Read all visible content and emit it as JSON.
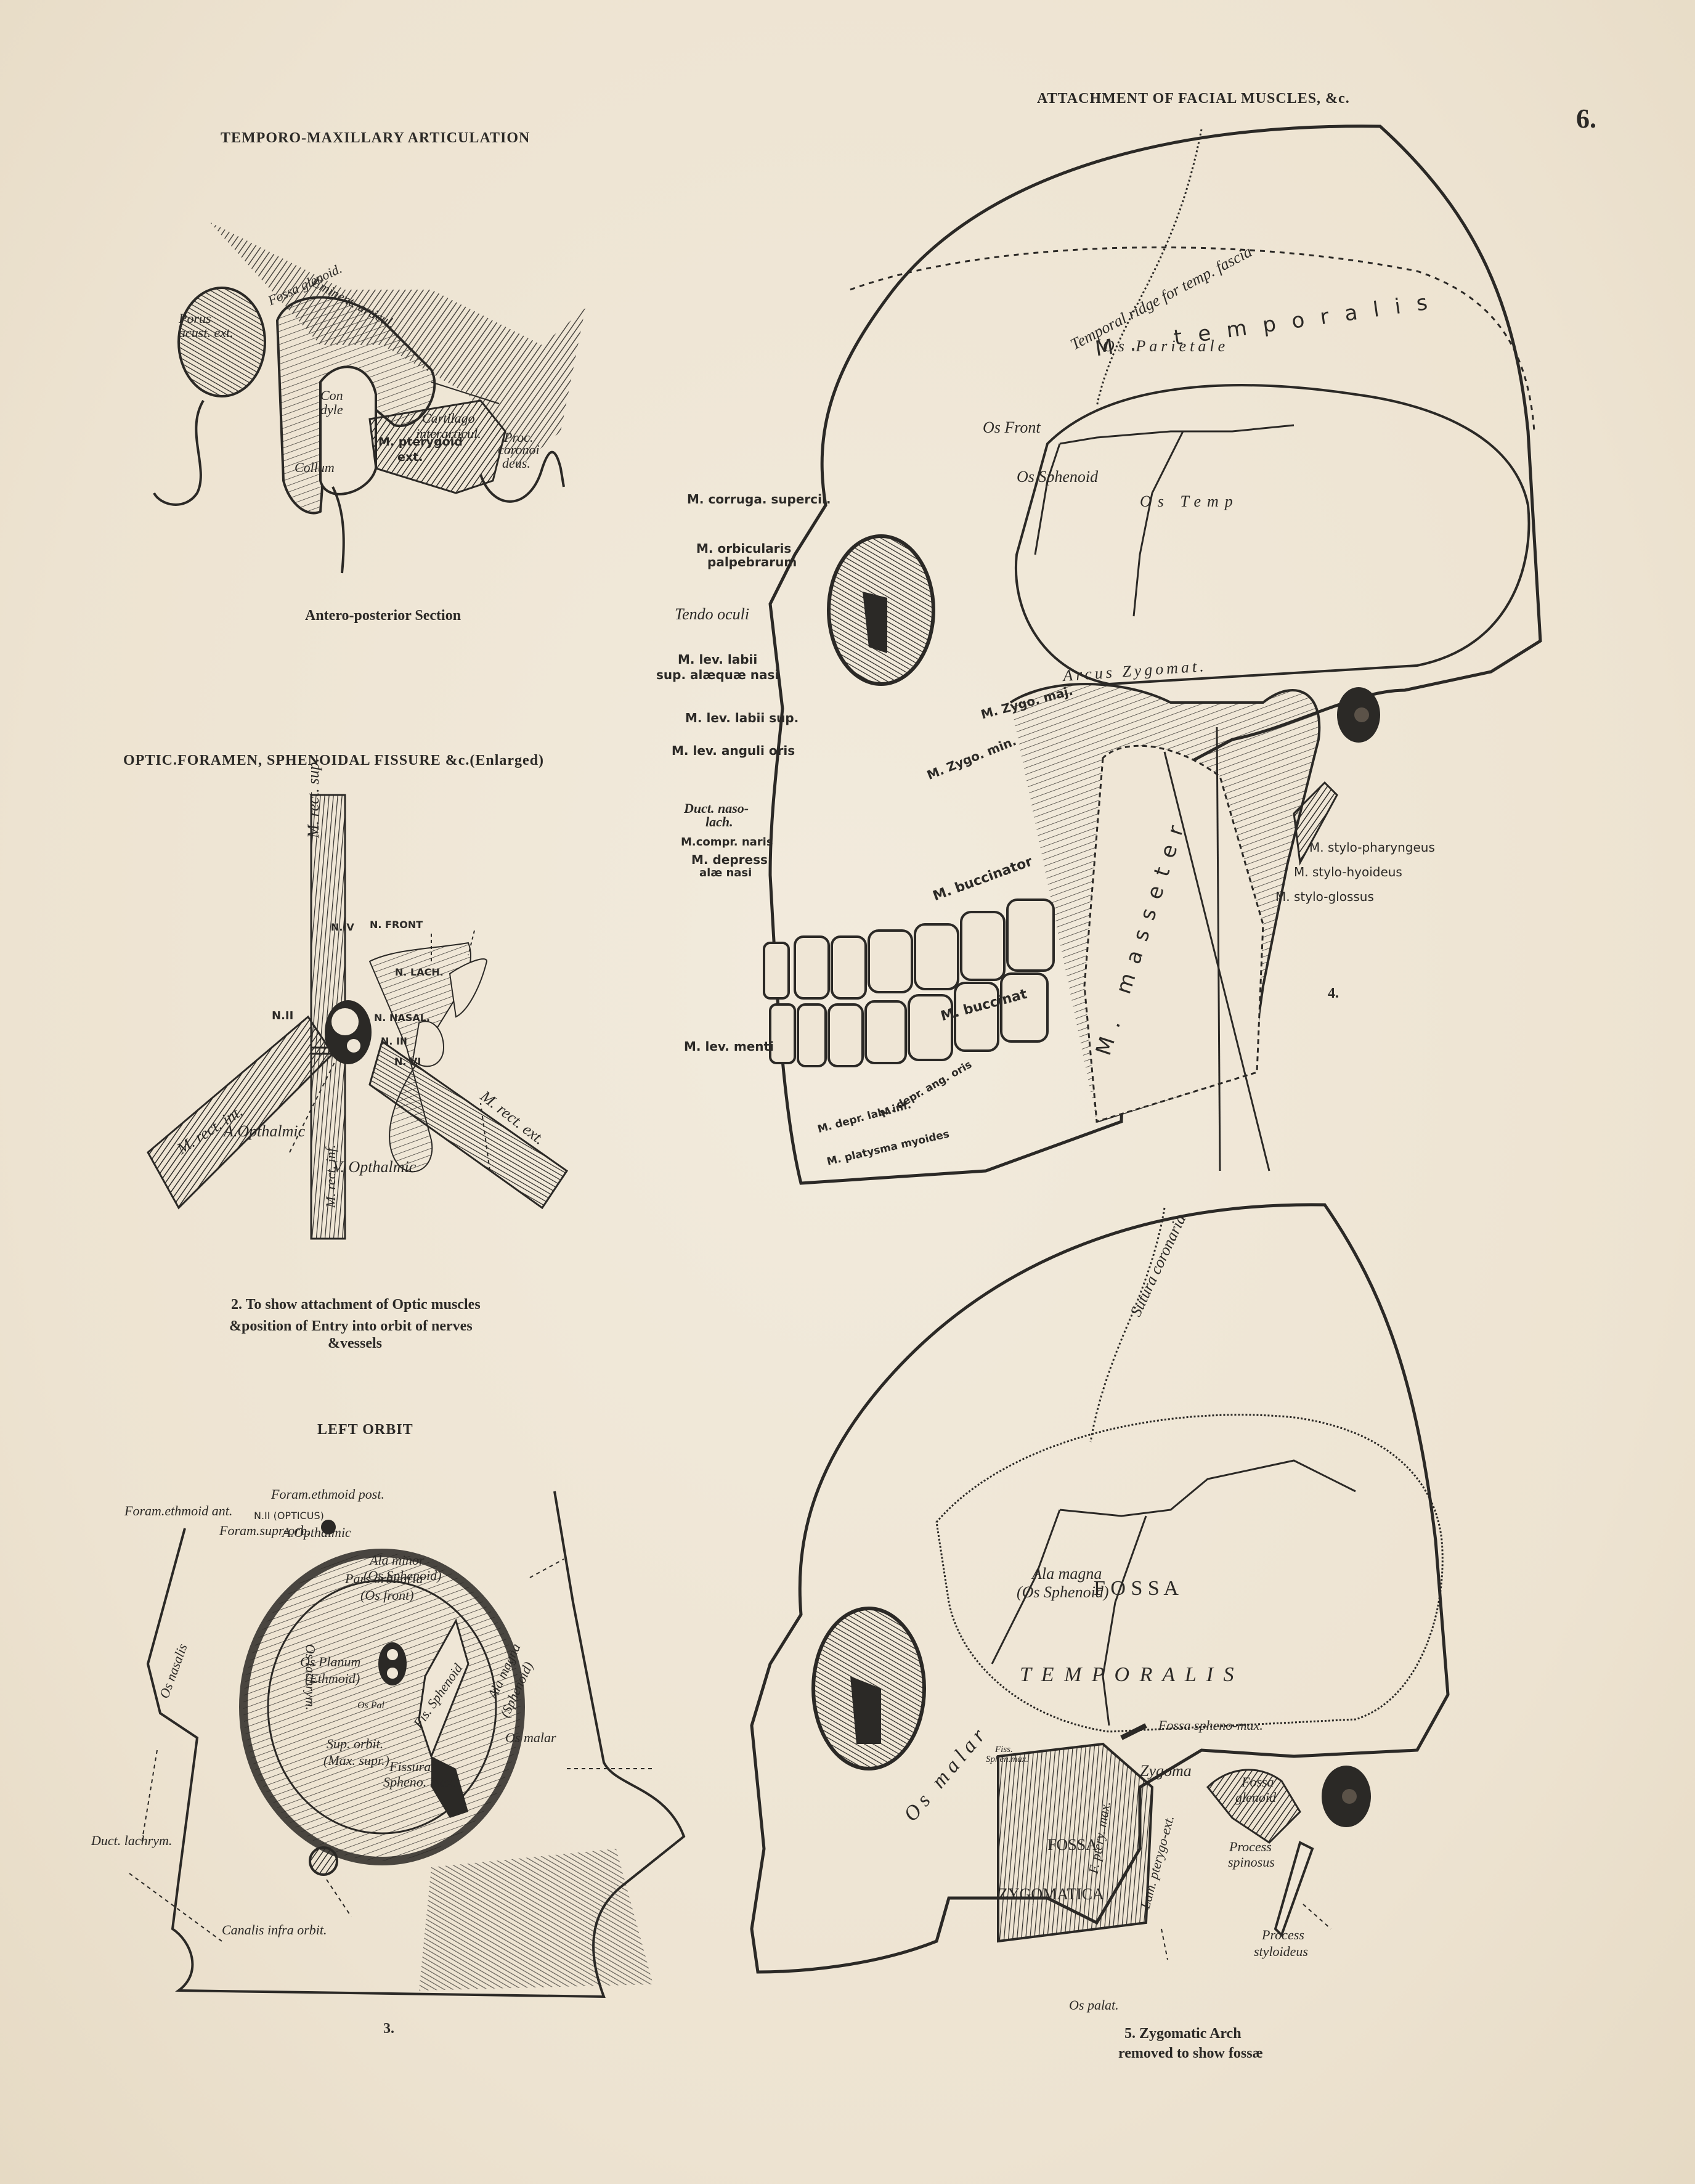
{
  "page": {
    "plate_number": "6.",
    "running_header": "ATTACHMENT OF FACIAL MUSCLES, &c.",
    "paper_color": "#efe6d6",
    "ink_color": "#2b2926"
  },
  "figure1": {
    "title": "TEMPORO-MAXILLARY ARTICULATION",
    "caption": "Antero-posterior Section",
    "labels": {
      "porus": "Porus acust. ext.",
      "fossa_glenoid": "Fossa glenoid.",
      "eminent": "Eminent. articul.",
      "condyle": "Con dyle",
      "cartilago_1": "Cartilago",
      "cartilago_2": "interarticul.",
      "pterygoid_1": "M. pterygoid",
      "pterygoid_2": "ext.",
      "proc_1": "Proc.",
      "proc_2": "coronoi",
      "proc_3": "deus.",
      "collum": "Collum"
    }
  },
  "figure2": {
    "title": "OPTIC.FORAMEN, SPHENOIDAL FISSURE &c.(Enlarged)",
    "caption_1": "2. To show attachment of Optic muscles",
    "caption_2": "&position of Entry into orbit of nerves",
    "caption_3": "&vessels",
    "labels": {
      "rect_sup": "M. rect. sup.",
      "rect_int": "M. rect. int.",
      "rect_inf": "M. rect. inf.",
      "rect_ext": "M. rect. ext.",
      "n_ii": "N.II",
      "n_iv": "N.IV",
      "n_front": "N. FRONT",
      "n_lach": "N. LACH.",
      "n_nasal": "N. NASAL.",
      "n_iii": "N. III",
      "n_vi": "N. VI",
      "a_opthalmic": "A.Opthalmic",
      "v_opthalmic": "V. Opthalmic"
    }
  },
  "figure3": {
    "title": "LEFT ORBIT",
    "number": "3.",
    "labels": {
      "foram_ethmoid_post": "Foram.ethmoid post.",
      "foram_ethmoid_ant": "Foram.ethmoid ant.",
      "n_ii_opticus": "N.II (OPTICUS)",
      "foram_supr_orb": "Foram.supr-orb.",
      "a_opthalmic": "A.Opthalmic",
      "ala_minor_1": "Ala minor",
      "ala_minor_2": "(Os Sphenoid)",
      "pars_orbitaria_1": "Pars orbitaria",
      "pars_orbitaria_2": "(Os front)",
      "os_nasalis": "Os nasalis",
      "os_lachrym": "Os lachrym.",
      "os_planum_1": "Os Planum",
      "os_planum_2": "(Ethmoid)",
      "os_pal": "Os Pal",
      "fis_sphenoid": "Fis. Sphenoid",
      "ala_magna_1": "Ala magna",
      "ala_magna_2": "(Sphenoid)",
      "sup_orbit_1": "Sup. orbit.",
      "sup_orbit_2": "(Max. supr.)",
      "os_malar": "Os malar",
      "fissura_1": "Fissura",
      "fissura_2": "Spheno. max.",
      "duct_lachrym": "Duct. lachrym.",
      "canalis": "Canalis infra orbit."
    }
  },
  "figure4": {
    "number": "4.",
    "labels": {
      "temporal_ridge": "Temporal ridge for temp. fascia",
      "m_temporalis": "M. temporalis",
      "os_parietale": "Os Parietale",
      "os_front": "Os Front",
      "os_sphenoid": "Os Sphenoid",
      "os_temp": "Os Temp",
      "corruga": "M. corruga. supercil.",
      "orbicularis_1": "M. orbicularis",
      "orbicularis_2": "palpebrarum",
      "tendo_oculi": "Tendo oculi",
      "lev_labii_alaeque_1": "M. lev. labii",
      "lev_labii_alaeque_2": "sup. alæquæ nasi",
      "lev_labii_sup": "M. lev. labii sup.",
      "lev_anguli": "M. lev. anguli oris",
      "duct_naso_1": "Duct. naso-",
      "duct_naso_2": "lach.",
      "compr_naris": "M.compr. naris",
      "depress_1": "M. depress.",
      "depress_2": "alæ nasi",
      "lev_menti": "M. lev. menti",
      "arcus_zygomat": "Arcus Zygomat.",
      "zygo_maj": "M. Zygo. maj.",
      "zygo_min": "M. Zygo. min.",
      "buccinator": "M. buccinator",
      "buccinat": "M. buccinat",
      "masseter": "M. masseter",
      "depr_lab_inf": "M. depr. lab. inf.",
      "depr_ang_oris": "M. depr. ang. oris",
      "platysma": "M. platysma myoides",
      "stylo_pharyngeus": "M. stylo-pharyngeus",
      "stylo_hyoideus": "M. stylo-hyoideus",
      "stylo_glossus": "M. stylo-glossus"
    }
  },
  "figure5": {
    "caption_1": "5. Zygomatic Arch",
    "caption_2": "removed to show fossæ",
    "labels": {
      "sutura_coronaria": "Sutura coronaria",
      "ala_magna_1": "Ala magna",
      "ala_magna_2": "(Os Sphenoid)",
      "fossa": "F O S S A",
      "temporalis": "T E M P O R A L I S",
      "fossa_spheno_max": "Fossa spheno-max.",
      "fiss_sphen_max_1": "Fiss.",
      "fiss_sphen_max_2": "Sphen.max.",
      "zygoma": "Zygoma",
      "fossa_glenoid_1": "Fossa",
      "fossa_glenoid_2": "glenoid",
      "os_malar": "Os malar",
      "fossa_zyg_1": "FOSSA",
      "fossa_zyg_2": "ZYGOMATICA",
      "f_ptery_max": "F. ptery. max.",
      "lam_pterygo_ext": "Lam. pterygo-ext.",
      "process_spinosus_1": "Process",
      "process_spinosus_2": "spinosus",
      "process_styloid_1": "Process",
      "process_styloid_2": "styloideus",
      "os_palat": "Os palat."
    }
  }
}
